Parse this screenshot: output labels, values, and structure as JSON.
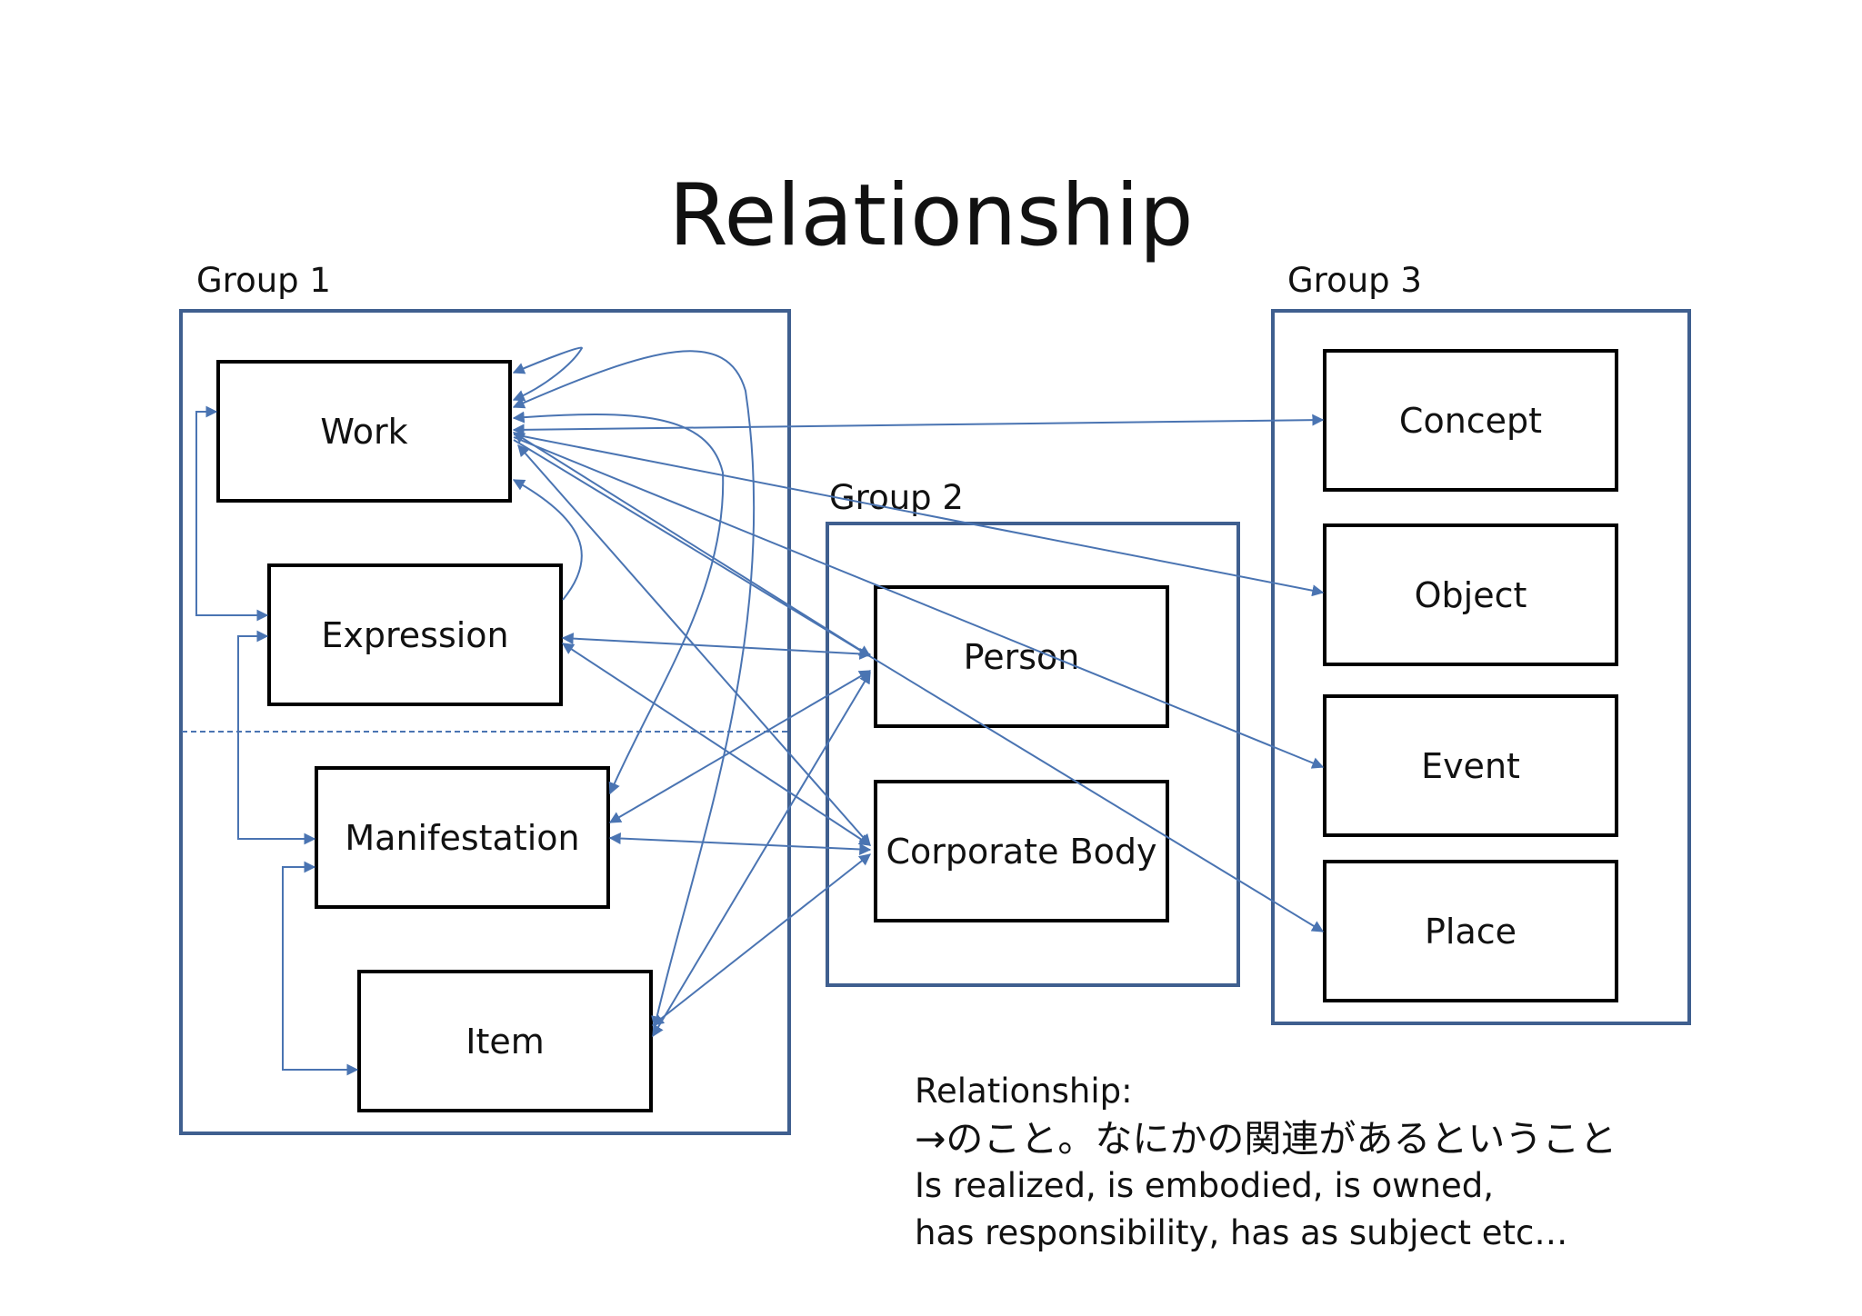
{
  "title": "Relationship",
  "colors": {
    "arrow": "#4a74b2",
    "group_border": "#3f5f8f",
    "entity_border": "#000000"
  },
  "groups": [
    {
      "label": "Group 1"
    },
    {
      "label": "Group 2"
    },
    {
      "label": "Group 3"
    }
  ],
  "entities": {
    "work": "Work",
    "expression": "Expression",
    "manifestation": "Manifestation",
    "item": "Item",
    "person": "Person",
    "corporate_body": "Corporate Body",
    "concept": "Concept",
    "object": "Object",
    "event": "Event",
    "place": "Place"
  },
  "notes": {
    "heading": "Relationship:",
    "japanese": "→のこと。なにかの関連があるということ",
    "line1": "Is realized, is embodied, is owned,",
    "line2": "has responsibility, has as subject etc…"
  }
}
